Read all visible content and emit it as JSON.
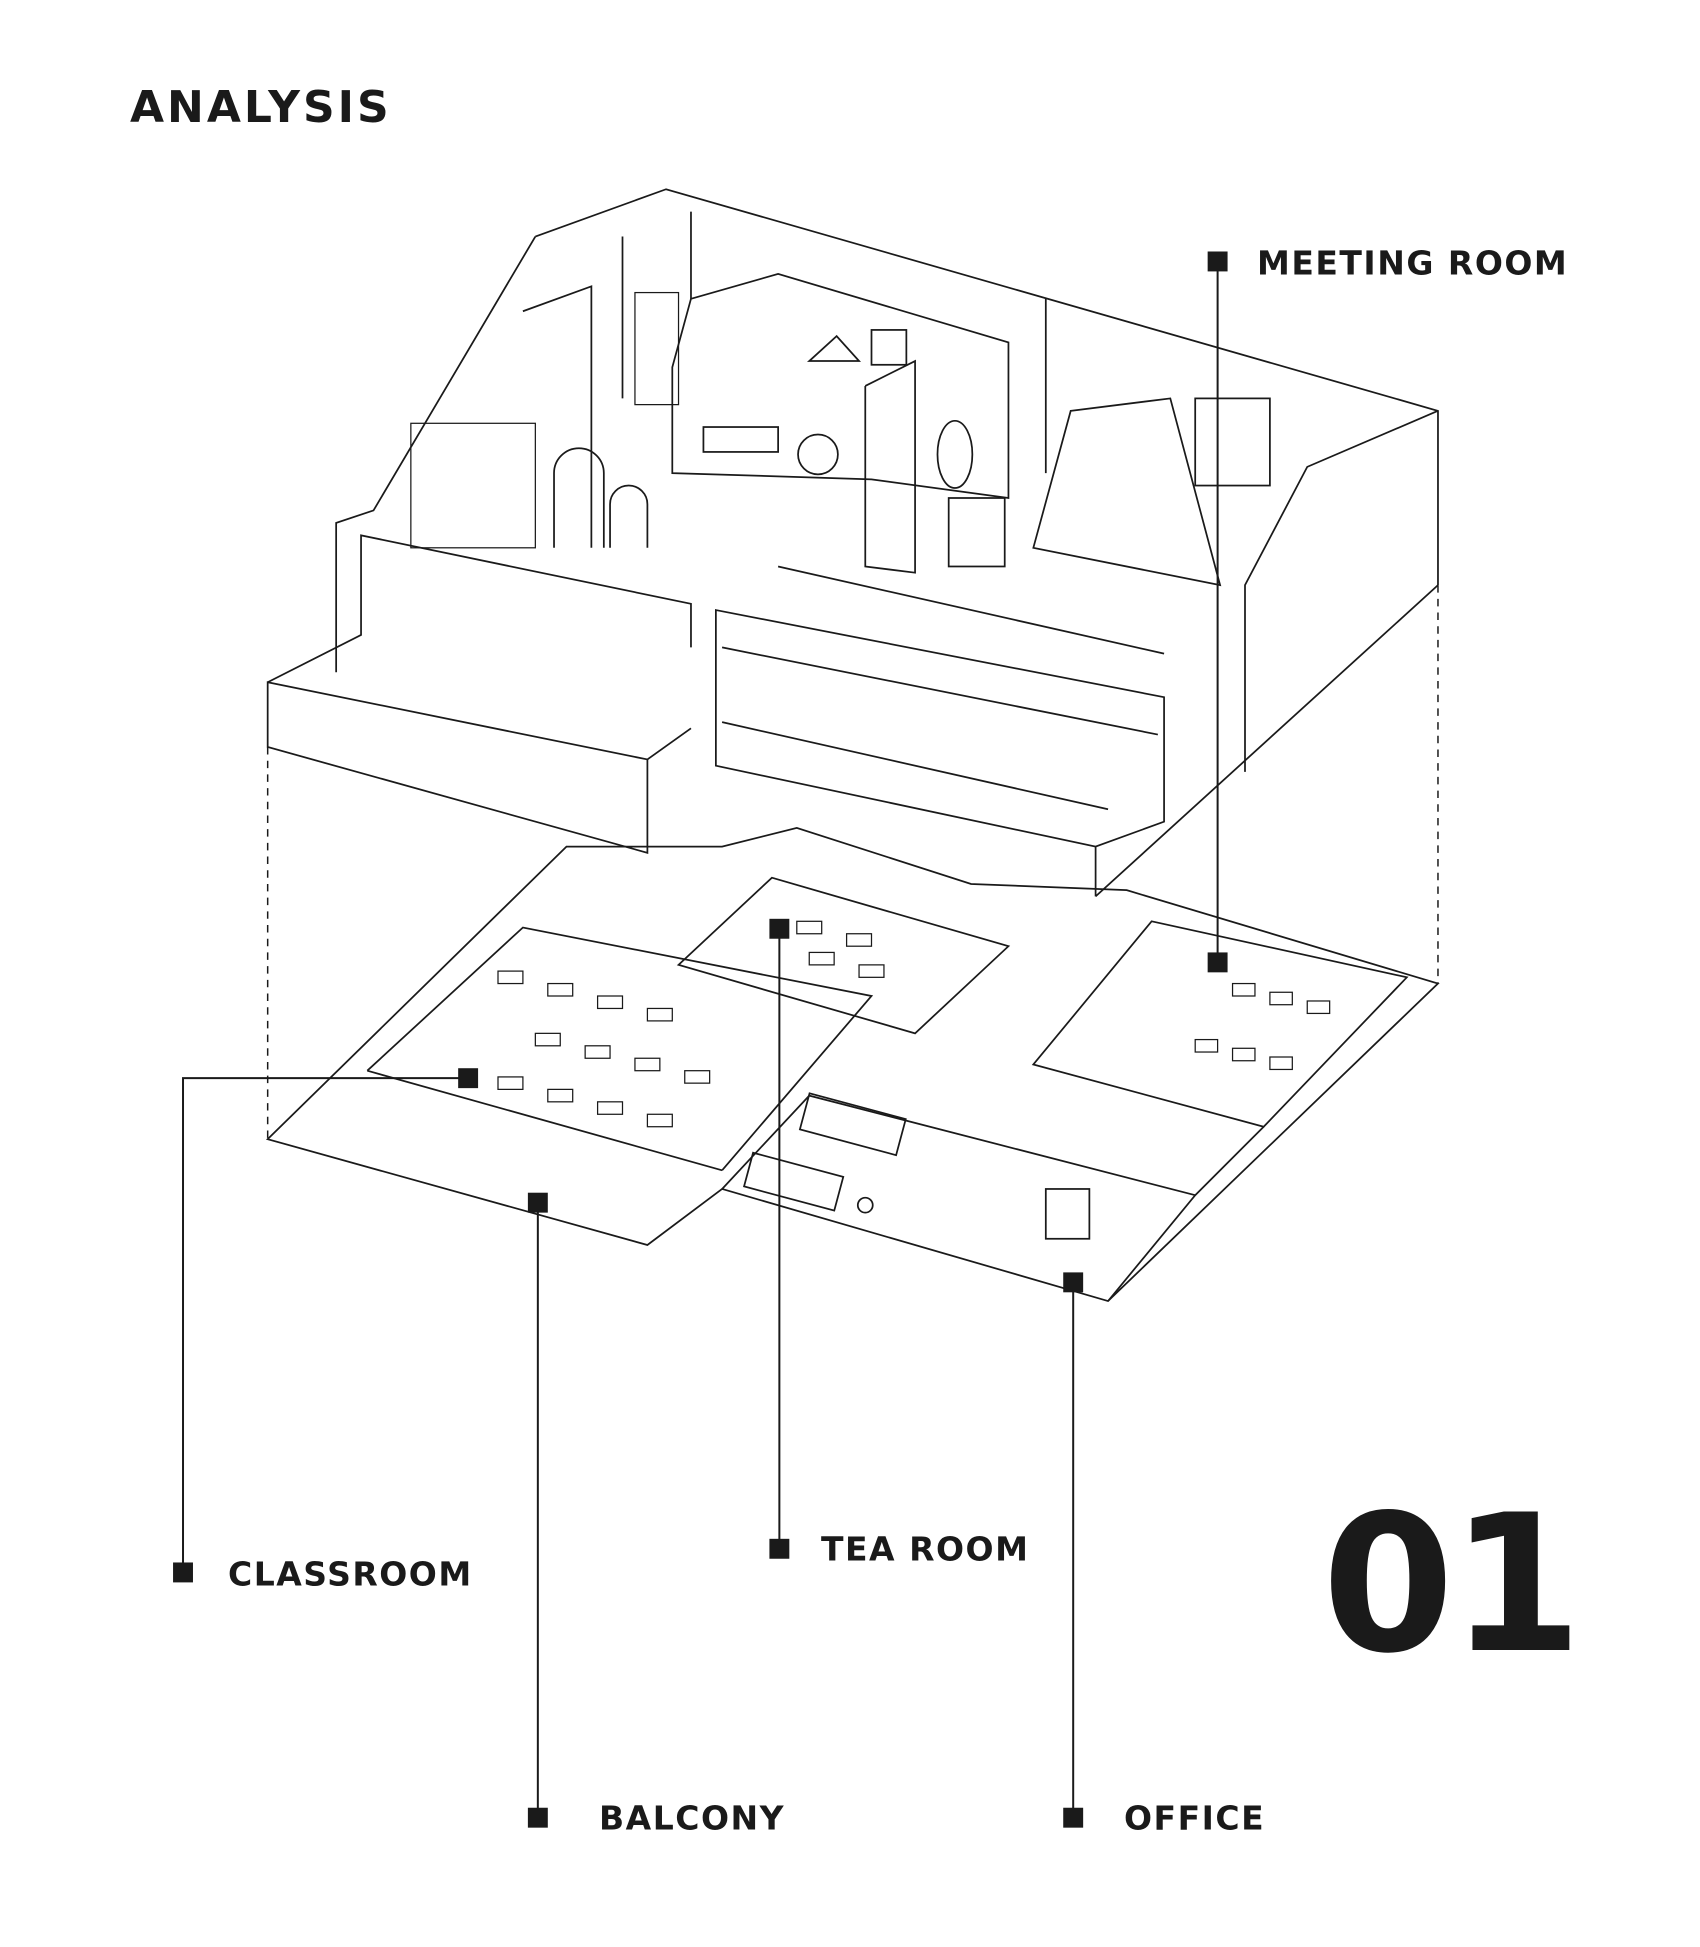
{
  "title": "ANALYSIS",
  "sheet_number": "01",
  "labels": {
    "meeting_room": "MEETING ROOM",
    "classroom": "CLASSROOM",
    "tea_room": "TEA ROOM",
    "balcony": "BALCONY",
    "office": "OFFICE"
  },
  "colors": {
    "ink": "#1a1a1a",
    "background": "#ffffff"
  }
}
